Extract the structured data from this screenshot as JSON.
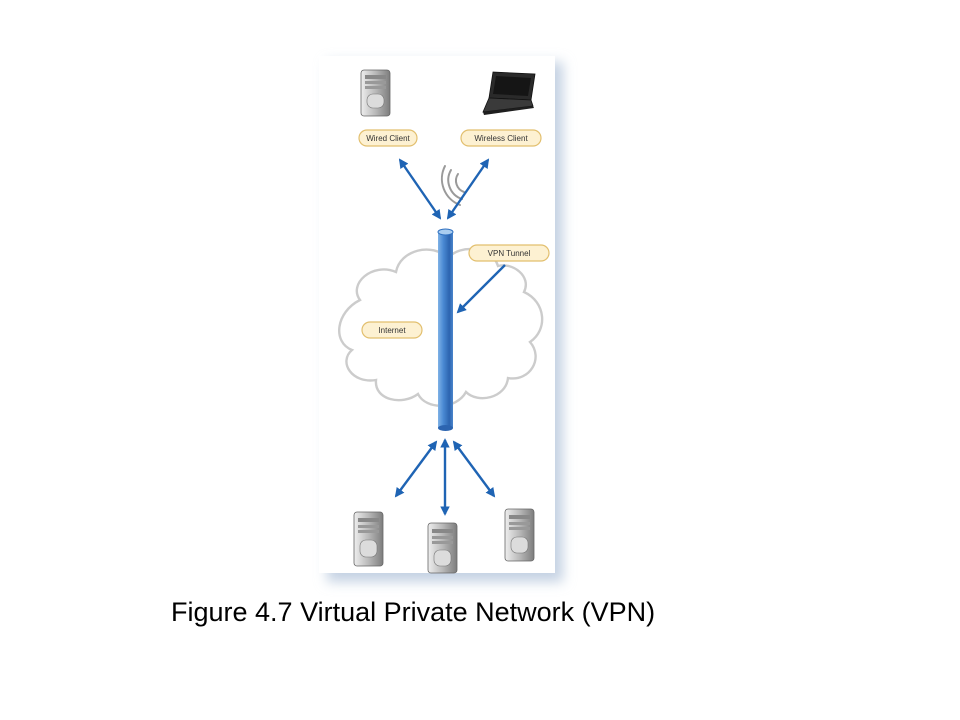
{
  "figure": {
    "caption": "Figure 4.7 Virtual Private Network (VPN)",
    "labels": {
      "wired_client": "Wired Client",
      "wireless_client": "Wireless Client",
      "vpn_tunnel": "VPN Tunnel",
      "internet": "Internet"
    },
    "icons": {
      "wired_client": "server-tower-icon",
      "wireless_client": "laptop-icon",
      "wireless_signal": "wireless-signal-icon",
      "cloud": "cloud-icon",
      "servers": [
        "server-tower-icon",
        "server-tower-icon",
        "server-tower-icon"
      ]
    },
    "colors": {
      "tunnel": "#2e6fbf",
      "arrow": "#1f64b4",
      "label_fill": "#fdf1d2",
      "label_stroke": "#e2bf6e",
      "panel_shadow": "#c5d2e3"
    }
  }
}
